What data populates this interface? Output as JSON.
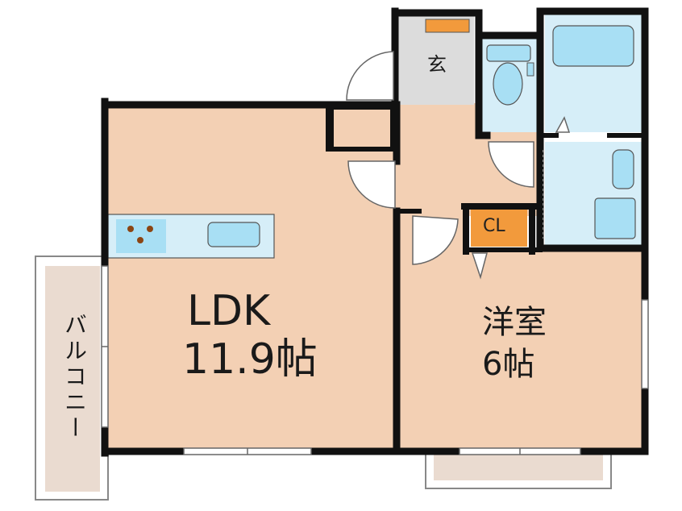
{
  "rooms": {
    "ldk": {
      "name": "LDK",
      "size": "11.9帖"
    },
    "yoshitsu": {
      "name": "洋室",
      "size": "6帖"
    },
    "genkan": {
      "name": "玄"
    },
    "closet": {
      "name": "CL"
    },
    "balcony": {
      "name": "バルコニー"
    }
  },
  "colors": {
    "room_fill": "#f3d0b4",
    "wet_area_fill": "#d6eef8",
    "fixture_fill": "#a8dff4",
    "entrance_fill": "#dcdcdc",
    "closet_fill": "#f29a3c",
    "wall": "#111111",
    "balcony_fill": "#eadbd0"
  }
}
